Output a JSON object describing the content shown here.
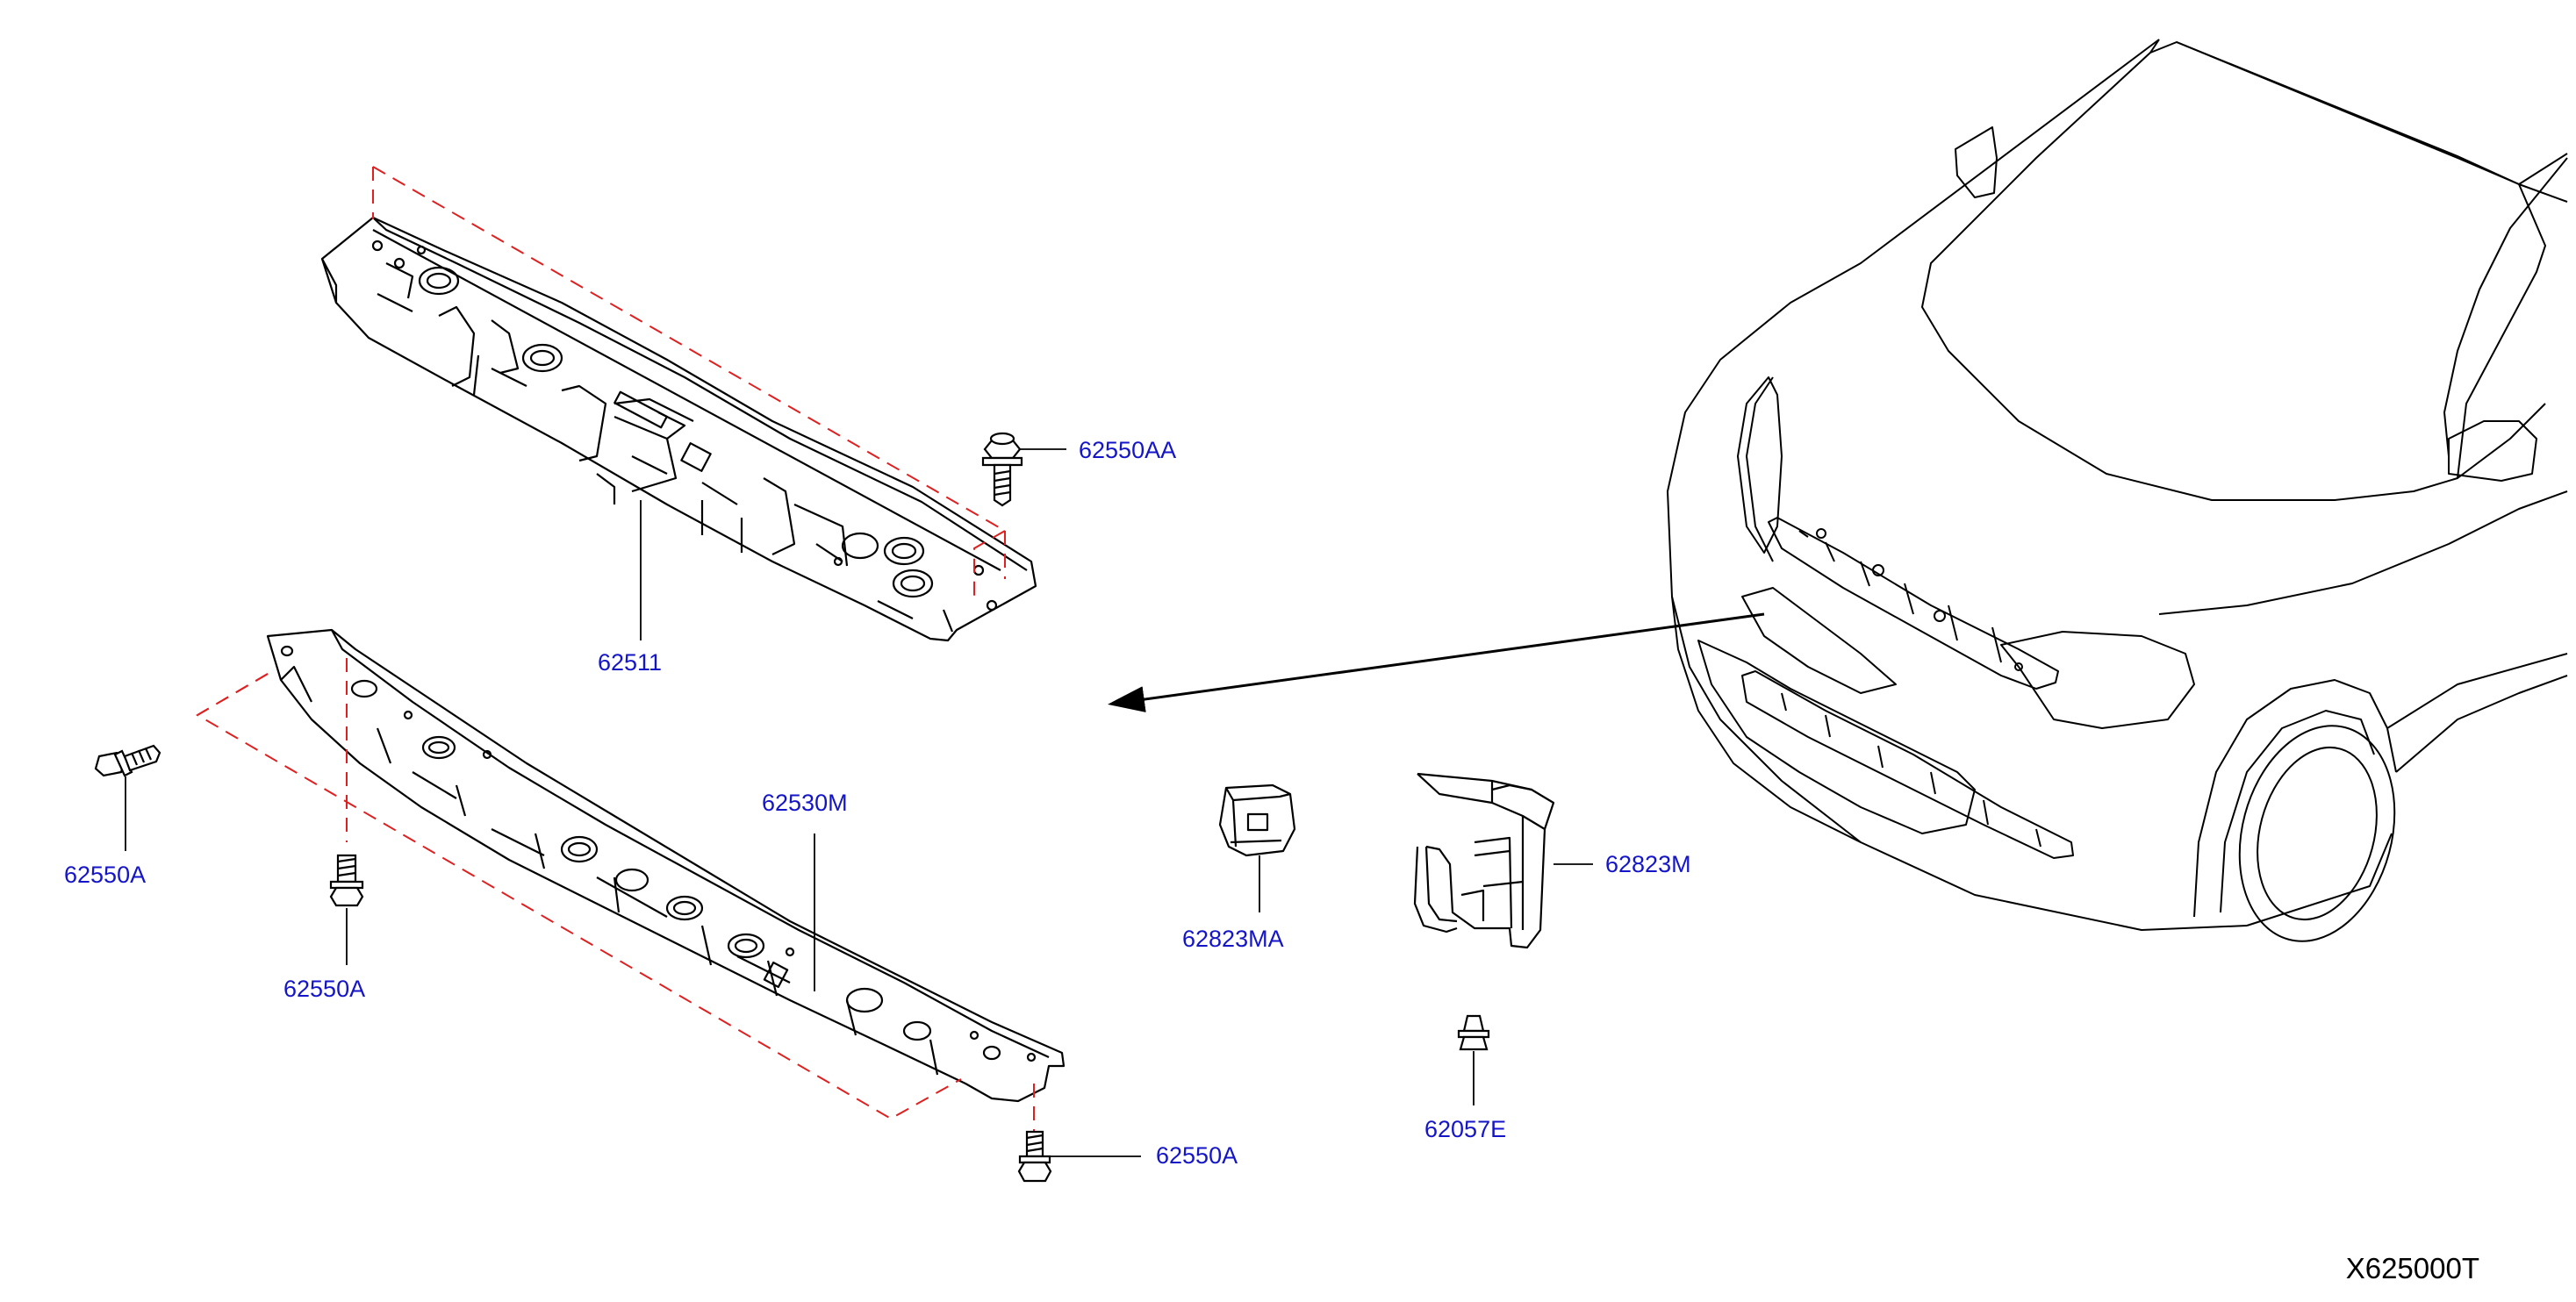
{
  "colors": {
    "label": "#1515c8",
    "line": "#000000",
    "dashed": "#e02020",
    "code": "#000000"
  },
  "diagram": {
    "code": "X625000T"
  },
  "callouts": [
    {
      "id": "62550AA",
      "text": "62550AA"
    },
    {
      "id": "62511",
      "text": "62511"
    },
    {
      "id": "62530M",
      "text": "62530M"
    },
    {
      "id": "62550A-left",
      "text": "62550A"
    },
    {
      "id": "62550A-mid",
      "text": "62550A"
    },
    {
      "id": "62550A-bottom",
      "text": "62550A"
    },
    {
      "id": "62823MA",
      "text": "62823MA"
    },
    {
      "id": "62823M",
      "text": "62823M"
    },
    {
      "id": "62057E",
      "text": "62057E"
    }
  ]
}
